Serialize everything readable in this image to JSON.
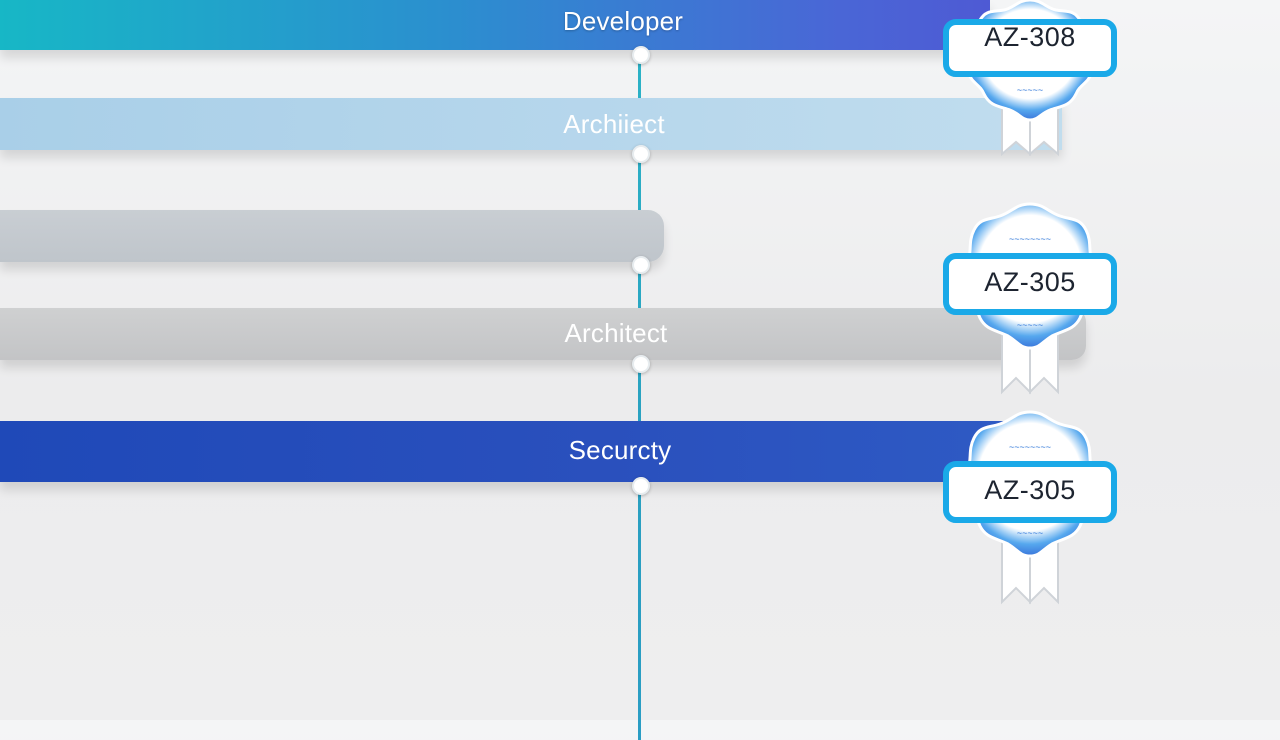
{
  "diagram": {
    "rows": [
      {
        "id": "developer",
        "label": "Developer"
      },
      {
        "id": "architect-1",
        "label": "Archiiect"
      },
      {
        "id": "blank",
        "label": ""
      },
      {
        "id": "architect-2",
        "label": "Architect"
      },
      {
        "id": "security",
        "label": "Securcty"
      }
    ],
    "badges": [
      {
        "code": "AZ-308"
      },
      {
        "code": "AZ-305"
      },
      {
        "code": "AZ-305"
      }
    ]
  },
  "colors": {
    "axis": "#2aa6c3",
    "developer_bar": "#2b8fcf",
    "architect_bar_light": "#b7d7ec",
    "neutral_bar": "#c3c4c6",
    "security_bar": "#2a50bd",
    "badge_ring": "#2a6fd6",
    "badge_band": "#19b0ea"
  }
}
